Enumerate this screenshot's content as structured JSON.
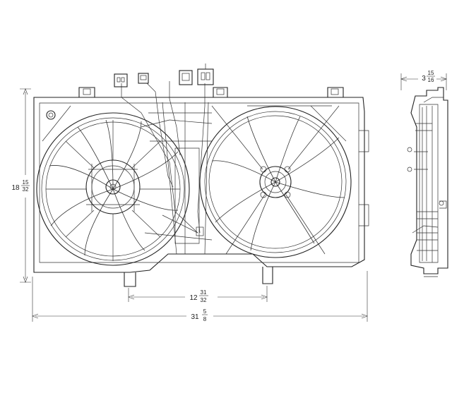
{
  "dimensions": {
    "height": {
      "whole": "18",
      "num": "15",
      "den": "32"
    },
    "inner_width": {
      "whole": "12",
      "num": "31",
      "den": "32"
    },
    "overall_width": {
      "whole": "31",
      "num": "5",
      "den": "8"
    },
    "depth": {
      "whole": "3",
      "num": "15",
      "den": "16"
    }
  }
}
